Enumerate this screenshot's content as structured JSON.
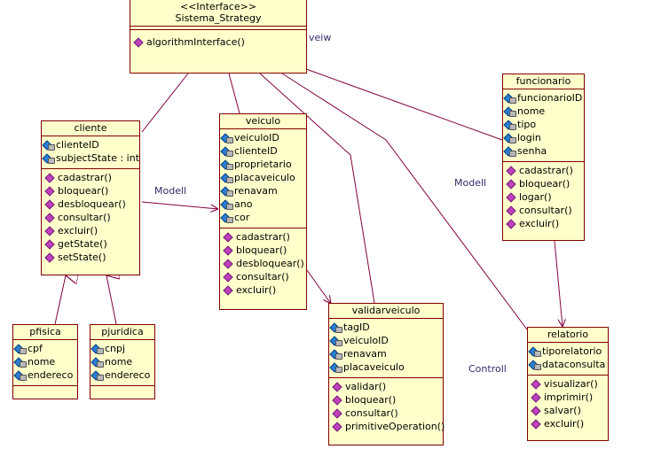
{
  "classes": {
    "sistema": {
      "stereotype": "<<Interface>>",
      "name": "Sistema_Strategy",
      "attributes": [],
      "operations": [
        "algorithmInterface()"
      ]
    },
    "cliente": {
      "name": "cliente",
      "attributes": [
        "clienteID",
        "subjectState : int"
      ],
      "operations": [
        "cadastrar()",
        "bloquear()",
        "desbloquear()",
        "consultar()",
        "excluir()",
        "getState()",
        "setState()"
      ]
    },
    "veiculo": {
      "name": "veiculo",
      "attributes": [
        "veiculoID",
        "clienteID",
        "proprietario",
        "placaveiculo",
        "renavam",
        "ano",
        "cor"
      ],
      "operations": [
        "cadastrar()",
        "bloquear()",
        "desbloquear()",
        "consultar()",
        "excluir()"
      ]
    },
    "funcionario": {
      "name": "funcionario",
      "attributes": [
        "funcionarioID",
        "nome",
        "tipo",
        "login",
        "senha"
      ],
      "operations": [
        "cadastrar()",
        "bloquear()",
        "logar()",
        "consultar()",
        "excluir()"
      ]
    },
    "validarveiculo": {
      "name": "validarveiculo",
      "attributes": [
        "tagID",
        "veiculoID",
        "renavam",
        "placaveiculo"
      ],
      "operations": [
        "validar()",
        "bloquear()",
        "consultar()",
        "primitiveOperation()"
      ]
    },
    "relatorio": {
      "name": "relatorio",
      "attributes": [
        "tiporelatorio",
        "dataconsulta"
      ],
      "operations": [
        "visualizar()",
        "imprimir()",
        "salvar()",
        "excluir()"
      ]
    },
    "pfisica": {
      "name": "pfisica",
      "attributes": [
        "cpf",
        "nome",
        "endereco"
      ],
      "operations": []
    },
    "pjuridica": {
      "name": "pjuridica",
      "attributes": [
        "cnpj",
        "nome",
        "endereco"
      ],
      "operations": []
    }
  },
  "labels": {
    "veiw": "veiw",
    "modell_left": "Modell",
    "modell_right": "Modell",
    "controll": "Controll"
  },
  "colors": {
    "class_fill": "#ffffcc",
    "class_border": "#800000",
    "edge": "#800040",
    "label": "#3a2a6a"
  }
}
